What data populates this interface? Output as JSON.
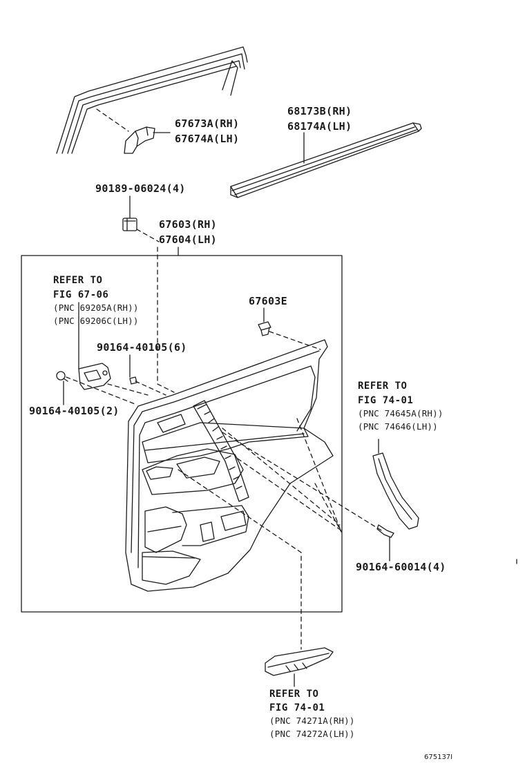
{
  "labels": {
    "p67673a": "67673A(RH)",
    "p67674a": "67674A(LH)",
    "p68173b": "68173B(RH)",
    "p68174a": "68174A(LH)",
    "p90189": "90189-06024(4)",
    "p67603": "67603(RH)",
    "p67604": "67604(LH)",
    "p67603e": "67603E",
    "p90164_40105_6": "90164-40105(6)",
    "p90164_40105_2": "90164-40105(2)",
    "p90164_60014": "90164-60014(4)"
  },
  "refs": {
    "ref1": {
      "refer": "REFER TO",
      "fig": "FIG 67-06",
      "pnc1": "(PNC 69205A(RH))",
      "pnc2": "(PNC 69206C(LH))"
    },
    "ref2": {
      "refer": "REFER TO",
      "fig": "FIG 74-01",
      "pnc1": "(PNC 74645A(RH))",
      "pnc2": "(PNC 74646(LH))"
    },
    "ref3": {
      "refer": "REFER TO",
      "fig": "FIG 74-01",
      "pnc1": "(PNC 74271A(RH))",
      "pnc2": "(PNC 74272A(LH))"
    }
  },
  "figure_id": "675137I",
  "colors": {
    "line": "#1a1a1a",
    "background": "#ffffff"
  }
}
